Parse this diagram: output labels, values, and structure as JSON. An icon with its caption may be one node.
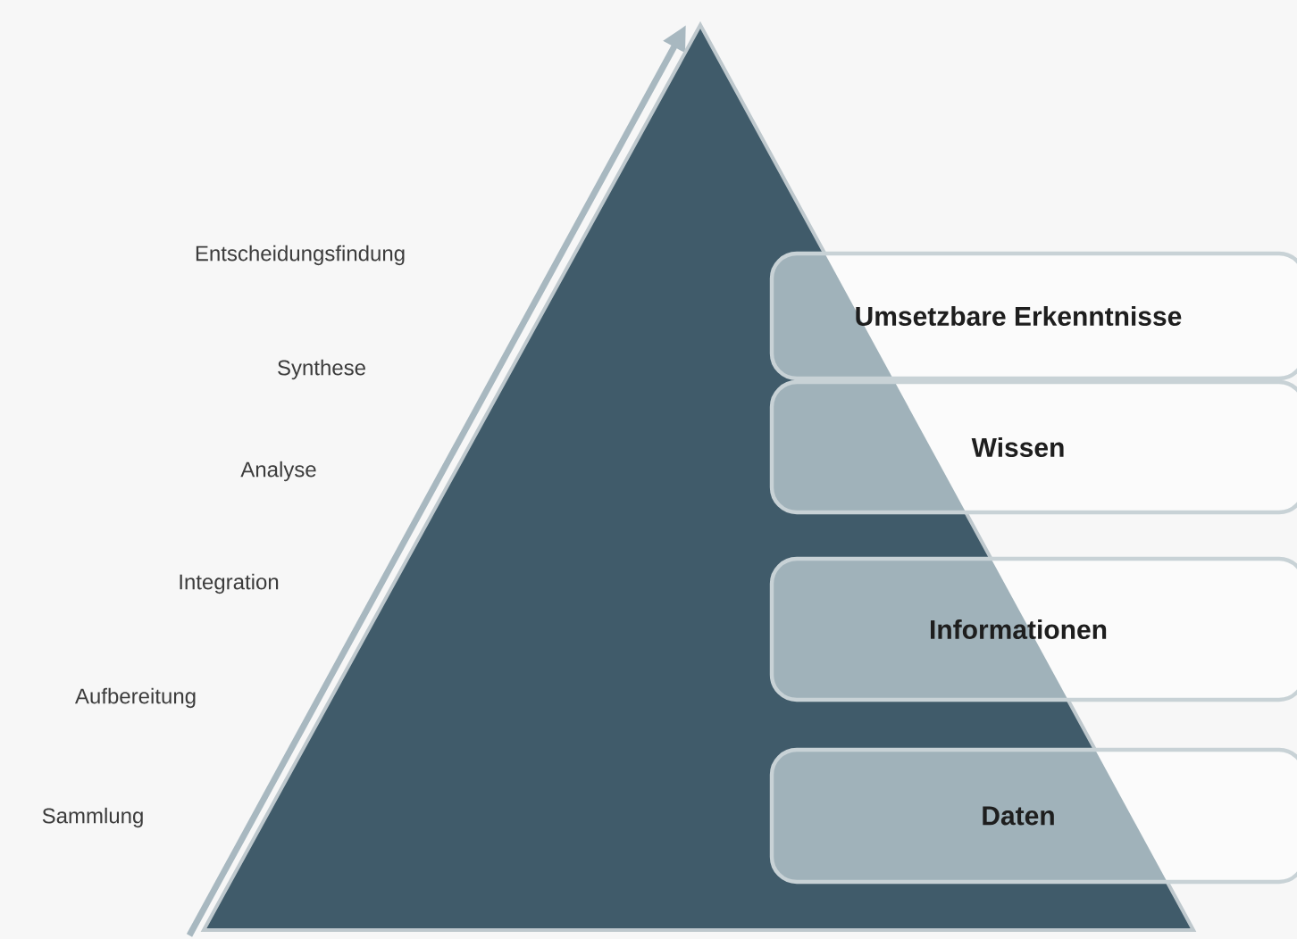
{
  "diagram": {
    "nodes": [
      {
        "text": [
          "Umsetzbare Erkenntnisse"
        ]
      },
      {
        "text": [
          "Wissen"
        ]
      },
      {
        "text": [
          "Informationen"
        ]
      },
      {
        "text": [
          "Daten"
        ]
      }
    ],
    "labels": [
      "Entscheidungsfindung",
      "Synthese",
      "Analyse",
      "Integration",
      "Aufbereitung",
      "Sammlung"
    ]
  }
}
